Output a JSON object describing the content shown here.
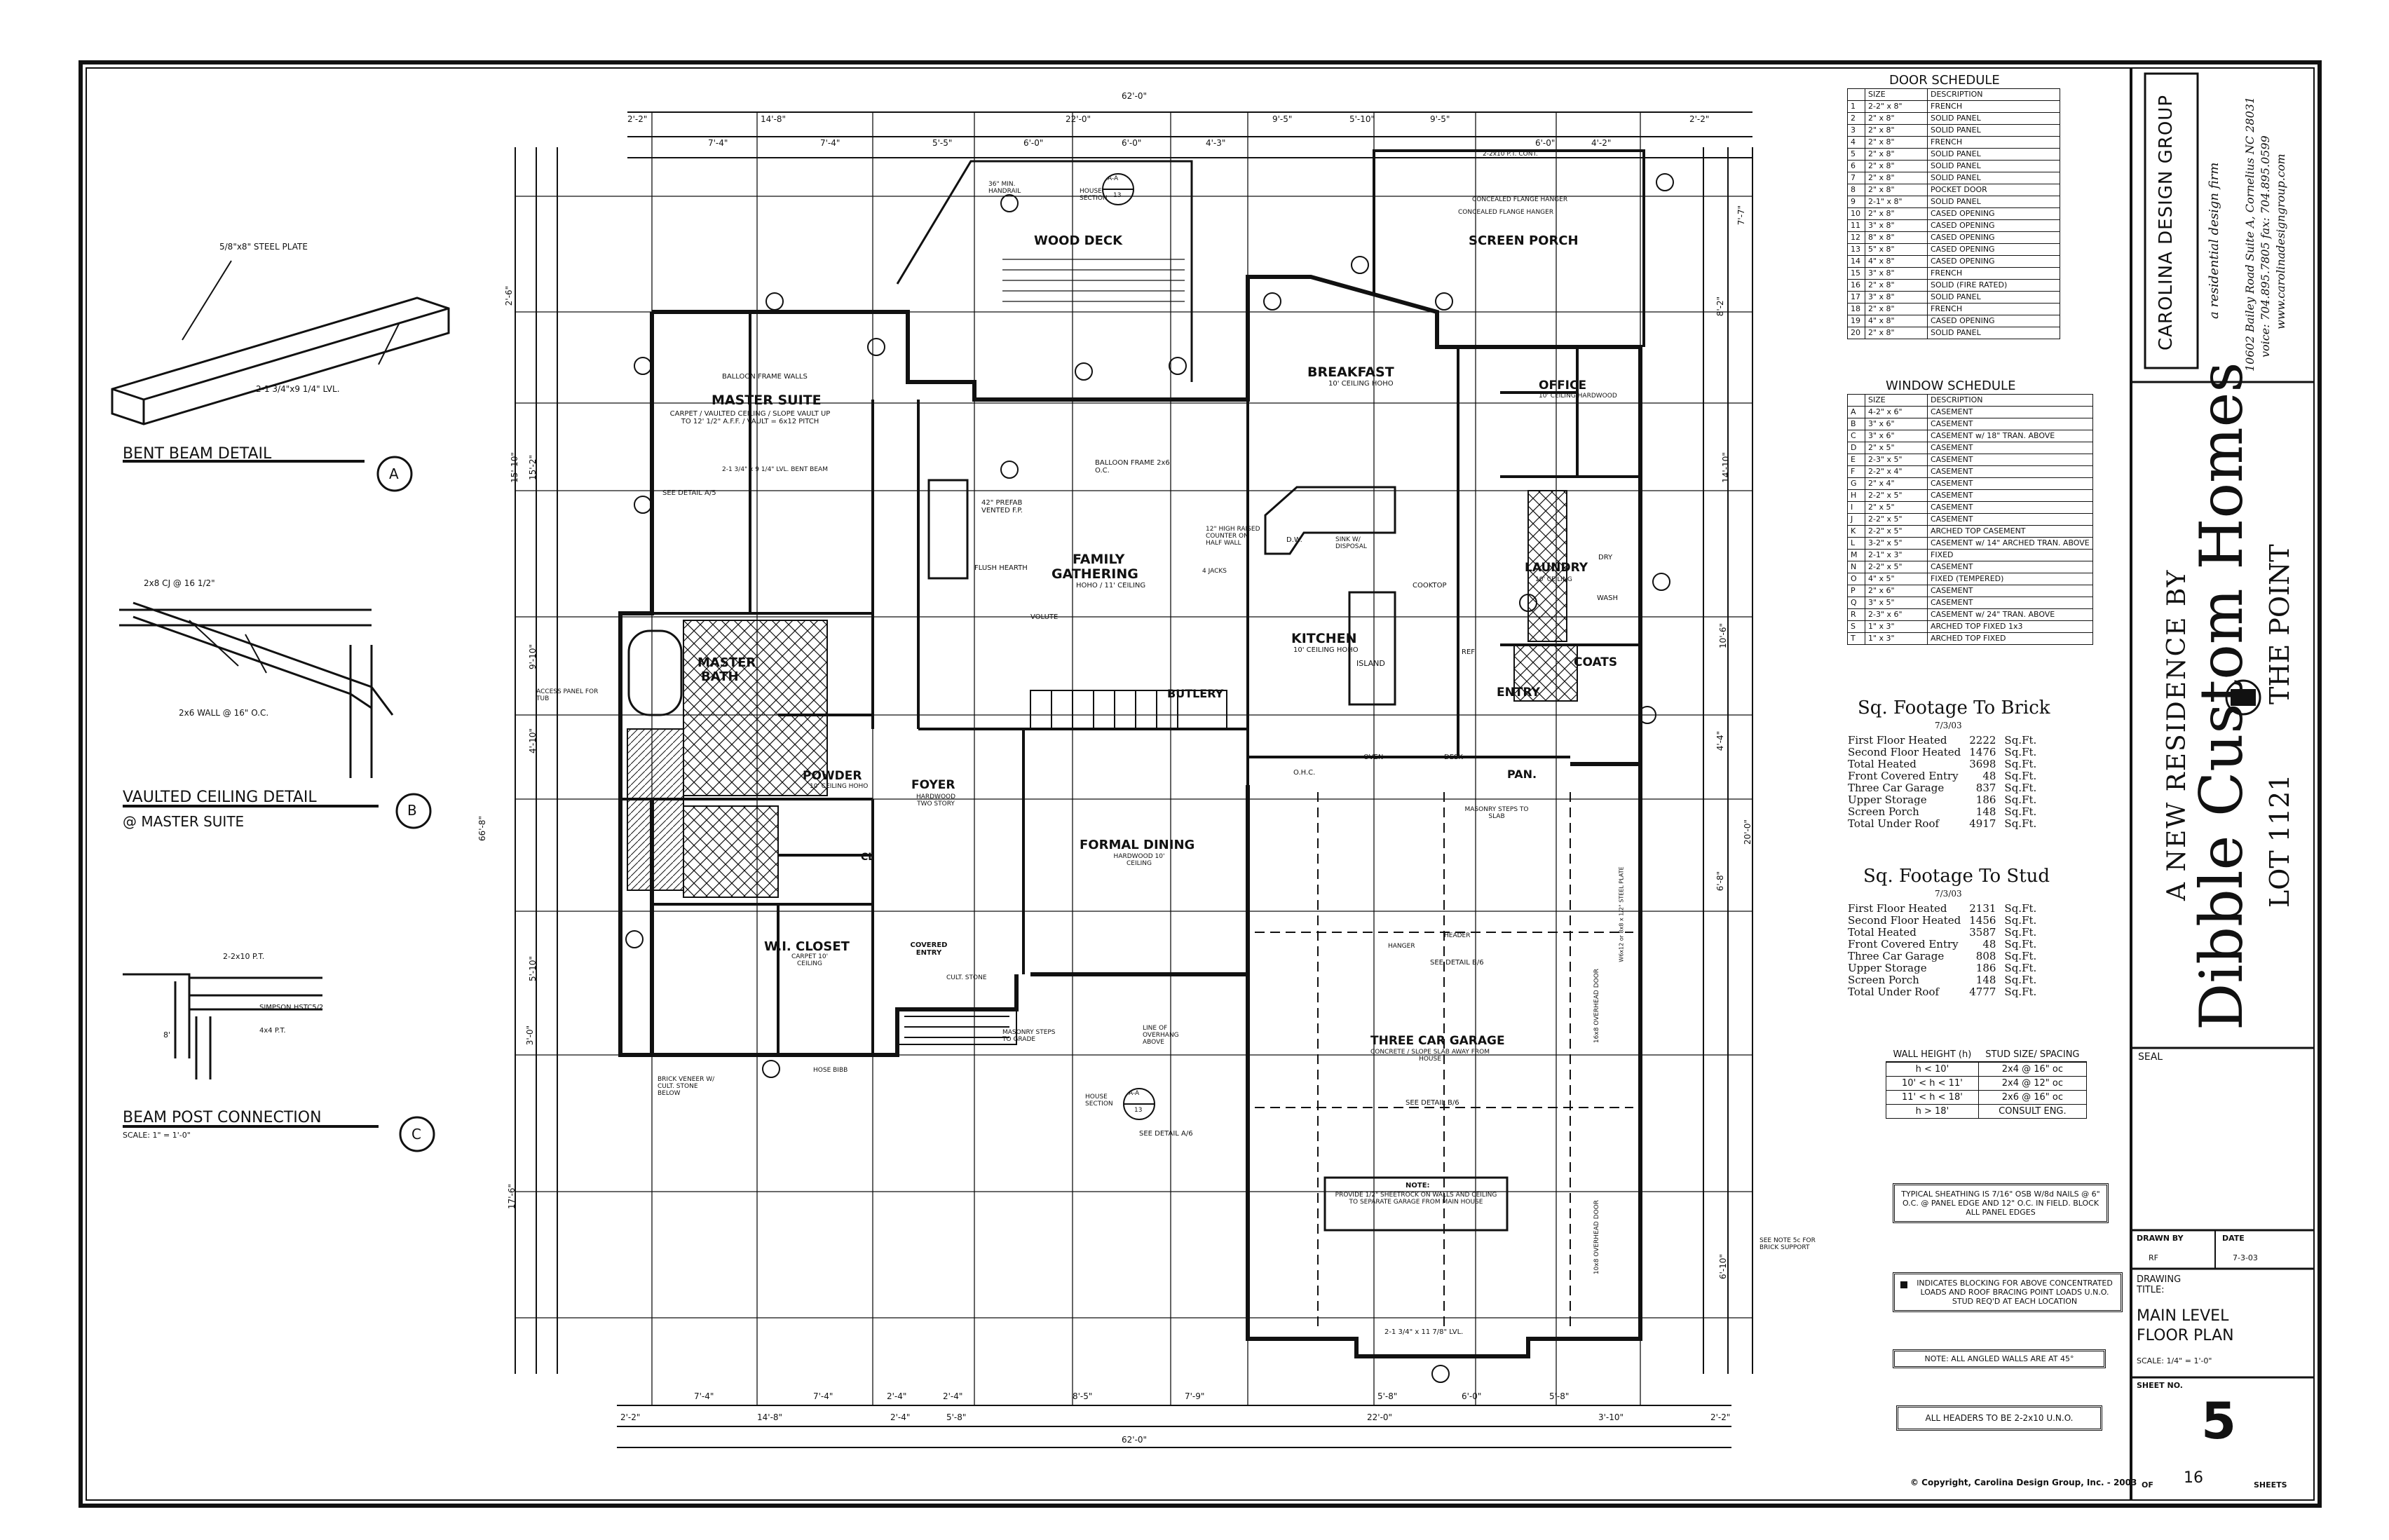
{
  "details": {
    "bent_beam": {
      "title": "BENT BEAM DETAIL",
      "mark": "A",
      "note1": "5/8\"x8\" STEEL PLATE",
      "note2": "2-1 3/4\"x9 1/4\" LVL."
    },
    "vaulted": {
      "title": "VAULTED CEILING DETAIL",
      "subtitle": "@ MASTER SUITE",
      "mark": "B",
      "note1": "2x8 CJ @ 16 1/2\"",
      "note2": "2x6 WALL @ 16\" O.C."
    },
    "beam_post": {
      "title": "BEAM POST CONNECTION",
      "scale": "SCALE: 1\" = 1'-0\"",
      "mark": "C",
      "note1": "2-2x10 P.T.",
      "note2": "SIMPSON HSTC5/2",
      "note3": "4x4 P.T.",
      "note4": "8'"
    }
  },
  "plan": {
    "top_dims": [
      "2'-2\"",
      "14'-8\"",
      "22'-0\"",
      "9'-5\"",
      "5'-10\"",
      "9'-5\"",
      "2'-2\""
    ],
    "top_dims2": [
      "7'-4\"",
      "7'-4\"",
      "5'-5\"",
      "6'-0\"",
      "6'-0\"",
      "4'-3\"",
      "6'-0\"",
      "4'-2\""
    ],
    "overall_top": "62'-0\"",
    "bottom_dims": [
      "7'-4\"",
      "7'-4\"",
      "2'-4\"",
      "2'-4\"",
      "8'-5\"",
      "7'-9\"",
      "5'-8\"",
      "6'-0\"",
      "5'-8\""
    ],
    "bottom_dims2": [
      "2'-2\"",
      "14'-8\"",
      "2'-4\"",
      "5'-8\"",
      "22'-0\"",
      "3'-10\"",
      "2'-2\""
    ],
    "overall_bottom": "62'-0\"",
    "left_dims": [
      "2'-6\"",
      "15'-10\"",
      "15'-2\"",
      "9'-10\"",
      "4'-10\"",
      "5'-10\"",
      "3'-0\"",
      "17'-6\"",
      "66'-8\""
    ],
    "right_dims": [
      "7'-7\"",
      "8'-2\"",
      "14'-10\"",
      "10'-6\"",
      "4'-4\"",
      "6'-8\"",
      "20'-0\"",
      "6'-10\""
    ],
    "rooms": {
      "wood_deck": "WOOD DECK",
      "screen_porch": "SCREEN PORCH",
      "breakfast": "BREAKFAST",
      "breakfast_sub": "10' CEILING HOHO",
      "office": "OFFICE",
      "office_sub": "10' CEILING HARDWOOD",
      "master_suite": "MASTER SUITE",
      "master_suite_sub": "CARPET / VAULTED CEILING / SLOPE VAULT UP TO 12' 1/2\" A.F.F. / VAULT = 6x12 PITCH",
      "family": "FAMILY",
      "gathering": "GATHERING",
      "family_sub": "HOHO / 11' CEILING",
      "kitchen": "KITCHEN",
      "kitchen_sub": "10' CEILING HOHO",
      "island": "ISLAND",
      "laundry": "LAUNDRY",
      "laundry_sub": "10' CEILING",
      "master_bath": "MASTER",
      "master_bath2": "BATH",
      "coats": "COATS",
      "entry": "ENTRY",
      "butlery": "BUTLERY",
      "pan": "PAN.",
      "powder": "POWDER",
      "powder_sub": "10' CEILING HOHO",
      "foyer": "FOYER",
      "foyer_sub": "HARDWOOD TWO STORY",
      "formal_dining": "FORMAL DINING",
      "formal_dining_sub": "HARDWOOD 10' CEILING",
      "wi_closet": "W.I. CLOSET",
      "wi_closet_sub": "CARPET 10' CEILING",
      "covered_entry": "COVERED ENTRY",
      "cl": "CL",
      "garage": "THREE CAR GARAGE",
      "garage_sub": "CONCRETE / SLOPE SLAB AWAY FROM HOUSE"
    },
    "notes": {
      "handrail": "36\" MIN. HANDRAIL",
      "house_section_top": "HOUSE SECTION",
      "section_mark": "A-A",
      "section_sheet": "13",
      "balloon_frame": "BALLOON FRAME WALLS",
      "balloon_frame2": "BALLOON FRAME 2x6 O.C.",
      "prefab_fp": "42\" PREFAB VENTED F.P.",
      "flush_hearth": "FLUSH HEARTH",
      "counter": "12\" HIGH RAISED COUNTER ON HALF WALL",
      "volute": "VOLUTE",
      "see_detail_ab": "SEE DETAIL A/5",
      "access_panel": "ACCESS PANEL FOR TUB",
      "cooktop": "COOKTOP",
      "ref": "REF",
      "dw": "D.W.",
      "sink": "SINK W/ DISPOSAL",
      "wash": "WASH",
      "dry": "DRY",
      "oven": "OVEN",
      "desk": "DESK",
      "ohc": "O.H.C.",
      "masonry_top": "MASONRY STEPS TO SLAB",
      "see_detail_b": "SEE DETAIL B/6",
      "see_detail_b2": "SEE DETAIL B/6",
      "hanger": "HANGER",
      "header": "HEADER",
      "brick_veneer": "BRICK VENEER W/ CULT. STONE BELOW",
      "hose_bibb": "HOSE BIBB",
      "masonry_grade": "MASONRY STEPS TO GRADE",
      "house_section_bot": "HOUSE SECTION",
      "see_detail_a6": "SEE DETAIL A/6",
      "line_of_overhang": "LINE OF OVERHANG ABOVE",
      "cult_stone": "CULT. STONE",
      "sheetrock_note_title": "NOTE:",
      "sheetrock_note": "PROVIDE 1/2\" SHEETROCK ON WALLS AND CEILING TO SEPARATE GARAGE FROM MAIN HOUSE",
      "overhead_door1": "16x8 OVERHEAD DOOR",
      "overhead_door2": "10x8 OVERHEAD DOOR",
      "see_note": "SEE NOTE 5c FOR BRICK SUPPORT",
      "garage_beam": "2-1 3/4\" x 11 7/8\" LVL.",
      "steel_beam": "W6x12 or 8x8 x 1/2\" STEEL PLATE",
      "flanges1": "CONCEALED FLANGE HANGER",
      "flanges2": "CONCEALED FLANGE HANGER",
      "pt_cont": "2-2x10 P.T. CONT.",
      "bent_beam": "2-1 3/4\" x 9 1/4\" LVL. BENT BEAM",
      "jacks": "4 JACKS"
    }
  },
  "door_schedule": {
    "title": "DOOR SCHEDULE",
    "headers": [
      "",
      "SIZE",
      "DESCRIPTION"
    ],
    "rows": [
      [
        "1",
        "2-2\" x 8\"",
        "FRENCH"
      ],
      [
        "2",
        "2\" x 8\"",
        "SOLID PANEL"
      ],
      [
        "3",
        "2\" x 8\"",
        "SOLID PANEL"
      ],
      [
        "4",
        "2\" x 8\"",
        "FRENCH"
      ],
      [
        "5",
        "2\" x 8\"",
        "SOLID PANEL"
      ],
      [
        "6",
        "2\" x 8\"",
        "SOLID PANEL"
      ],
      [
        "7",
        "2\" x 8\"",
        "SOLID PANEL"
      ],
      [
        "8",
        "2\" x 8\"",
        "POCKET DOOR"
      ],
      [
        "9",
        "2-1\" x 8\"",
        "SOLID PANEL"
      ],
      [
        "10",
        "2\" x 8\"",
        "CASED OPENING"
      ],
      [
        "11",
        "3\" x 8\"",
        "CASED OPENING"
      ],
      [
        "12",
        "8\" x 8\"",
        "CASED OPENING"
      ],
      [
        "13",
        "5\" x 8\"",
        "CASED OPENING"
      ],
      [
        "14",
        "4\" x 8\"",
        "CASED OPENING"
      ],
      [
        "15",
        "3\" x 8\"",
        "FRENCH"
      ],
      [
        "16",
        "2\" x 8\"",
        "SOLID (FIRE RATED)"
      ],
      [
        "17",
        "3\" x 8\"",
        "SOLID PANEL"
      ],
      [
        "18",
        "2\" x 8\"",
        "FRENCH"
      ],
      [
        "19",
        "4\" x 8\"",
        "CASED OPENING"
      ],
      [
        "20",
        "2\" x 8\"",
        "SOLID PANEL"
      ]
    ]
  },
  "window_schedule": {
    "title": "WINDOW SCHEDULE",
    "headers": [
      "",
      "SIZE",
      "DESCRIPTION"
    ],
    "rows": [
      [
        "A",
        "4-2\" x 6\"",
        "CASEMENT"
      ],
      [
        "B",
        "3\" x 6\"",
        "CASEMENT"
      ],
      [
        "C",
        "3\" x 6\"",
        "CASEMENT w/ 18\" TRAN. ABOVE"
      ],
      [
        "D",
        "2\" x 5\"",
        "CASEMENT"
      ],
      [
        "E",
        "2-3\" x 5\"",
        "CASEMENT"
      ],
      [
        "F",
        "2-2\" x 4\"",
        "CASEMENT"
      ],
      [
        "G",
        "2\" x 4\"",
        "CASEMENT"
      ],
      [
        "H",
        "2-2\" x 5\"",
        "CASEMENT"
      ],
      [
        "I",
        "2\" x 5\"",
        "CASEMENT"
      ],
      [
        "J",
        "2-2\" x 5\"",
        "CASEMENT"
      ],
      [
        "K",
        "2-2\" x 5\"",
        "ARCHED TOP CASEMENT"
      ],
      [
        "L",
        "3-2\" x 5\"",
        "CASEMENT w/ 14\" ARCHED TRAN. ABOVE"
      ],
      [
        "M",
        "2-1\" x 3\"",
        "FIXED"
      ],
      [
        "N",
        "2-2\" x 5\"",
        "CASEMENT"
      ],
      [
        "O",
        "4\" x 5\"",
        "FIXED (TEMPERED)"
      ],
      [
        "P",
        "2\" x 6\"",
        "CASEMENT"
      ],
      [
        "Q",
        "3\" x 5\"",
        "CASEMENT"
      ],
      [
        "R",
        "2-3\" x 6\"",
        "CASEMENT w/ 24\" TRAN. ABOVE"
      ],
      [
        "S",
        "1\" x 3\"",
        "ARCHED TOP FIXED 1x3"
      ],
      [
        "T",
        "1\" x 3\"",
        "ARCHED TOP FIXED"
      ]
    ]
  },
  "sq_brick": {
    "title": "Sq. Footage To Brick",
    "date": "7/3/03",
    "rows": [
      [
        "First Floor Heated",
        "2222",
        "Sq.Ft."
      ],
      [
        "Second Floor Heated",
        "1476",
        "Sq.Ft."
      ],
      [
        "Total Heated",
        "3698",
        "Sq.Ft."
      ],
      [
        "",
        "",
        ""
      ],
      [
        "Front Covered Entry",
        "48",
        "Sq.Ft."
      ],
      [
        "Three Car Garage",
        "837",
        "Sq.Ft."
      ],
      [
        "Upper Storage",
        "186",
        "Sq.Ft."
      ],
      [
        "Screen Porch",
        "148",
        "Sq.Ft."
      ],
      [
        "Total Under Roof",
        "4917",
        "Sq.Ft."
      ]
    ]
  },
  "sq_stud": {
    "title": "Sq. Footage To Stud",
    "date": "7/3/03",
    "rows": [
      [
        "First Floor Heated",
        "2131",
        "Sq.Ft."
      ],
      [
        "Second Floor Heated",
        "1456",
        "Sq.Ft."
      ],
      [
        "Total Heated",
        "3587",
        "Sq.Ft."
      ],
      [
        "",
        "",
        ""
      ],
      [
        "Front Covered Entry",
        "48",
        "Sq.Ft."
      ],
      [
        "Three Car Garage",
        "808",
        "Sq.Ft."
      ],
      [
        "Upper Storage",
        "186",
        "Sq.Ft."
      ],
      [
        "Screen Porch",
        "148",
        "Sq.Ft."
      ],
      [
        "Total Under Roof",
        "4777",
        "Sq.Ft."
      ]
    ]
  },
  "wall_height": {
    "headers": [
      "WALL HEIGHT (h)",
      "STUD SIZE/ SPACING"
    ],
    "rows": [
      [
        "h < 10'",
        "2x4 @ 16\" oc"
      ],
      [
        "10' < h < 11'",
        "2x4 @ 12\" oc"
      ],
      [
        "11' < h < 18'",
        "2x6 @ 16\" oc"
      ],
      [
        "h > 18'",
        "CONSULT ENG."
      ]
    ]
  },
  "general_notes": {
    "sheathing": "TYPICAL SHEATHING IS 7/16\" OSB W/8d NAILS @ 6\" O.C. @ PANEL EDGE AND 12\" O.C. IN FIELD. BLOCK ALL PANEL EDGES",
    "blocking": "INDICATES BLOCKING FOR ABOVE CONCENTRATED LOADS AND ROOF BRACING POINT LOADS U.N.O. STUD REQ'D AT EACH LOCATION",
    "angled": "NOTE: ALL ANGLED WALLS ARE AT 45°",
    "headers": "ALL HEADERS TO BE 2-2x10 U.N.O.",
    "copyright": "© Copyright, Carolina Design Group, Inc. - 2003"
  },
  "title_block": {
    "company": "CAROLINA DESIGN GROUP",
    "tagline": "a residential design firm",
    "address": "10602 Bailey Road Suite A, Cornelius NC 28031",
    "phone": "voice: 704.895.7805  fax: 704.895.0599",
    "web": "www.carolinadesigngroup.com",
    "new_residence": "A NEW RESIDENCE BY",
    "builder": "Dibble Custom Homes",
    "lot": "LOT 1121",
    "community": "THE POINT",
    "seal": "SEAL",
    "drawn_by_label": "DRAWN BY",
    "drawn_by": "RF",
    "date_label": "DATE",
    "date": "7-3-03",
    "drawing_title_label": "DRAWING TITLE:",
    "drawing_title1": "MAIN LEVEL",
    "drawing_title2": "FLOOR PLAN",
    "scale": "SCALE: 1/4\" = 1'-0\"",
    "sheet_no_label": "SHEET NO.",
    "sheet_no": "5",
    "of": "OF",
    "total": "16",
    "sheets": "SHEETS"
  }
}
